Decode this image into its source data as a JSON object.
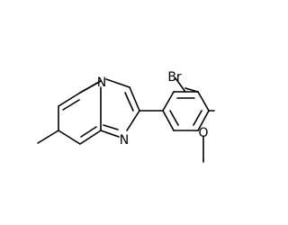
{
  "diagram": {
    "type": "chemical-structure",
    "atom_labels": {
      "n_bridgehead": "N",
      "n_imine": "N",
      "bromine": "Br",
      "oxygen": "O"
    }
  }
}
